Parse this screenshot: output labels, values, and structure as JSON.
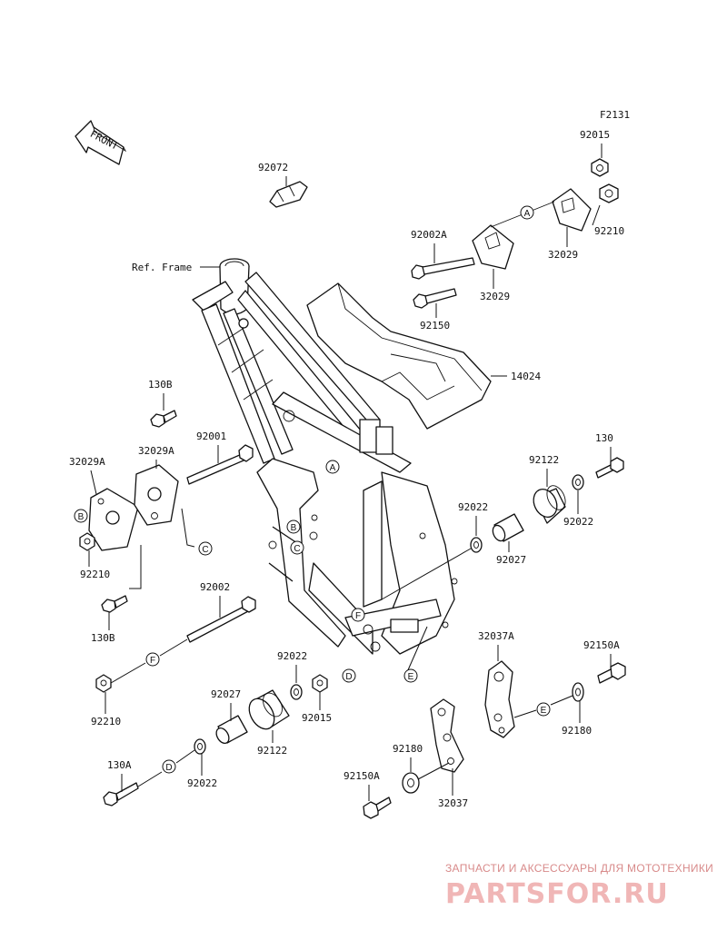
{
  "figure_code": "F2131",
  "front_label": "FRONT",
  "ref_frame_label": "Ref. Frame",
  "parts": {
    "p92072": "92072",
    "p92015_top": "92015",
    "p92210_top": "92210",
    "p32029_right": "32029",
    "p92002A": "92002A",
    "p32029_mid": "32029",
    "p92150": "92150",
    "p14024": "14024",
    "p130B_top": "130B",
    "p92001": "92001",
    "p32029A_left": "32029A",
    "p32029A_right": "32029A",
    "p92210_left": "92210",
    "p130B_bottom": "130B",
    "p92002": "92002",
    "p92210_bottom": "92210",
    "p92122_right": "92122",
    "p130": "130",
    "p92022_right": "92022",
    "p92022_mid": "92022",
    "p92027_right": "92027",
    "p32037A": "32037A",
    "p92150A_right": "92150A",
    "p92180_right": "92180",
    "p92022_lower": "92022",
    "p92027_lower": "92027",
    "p92122_lower": "92122",
    "p92015_lower": "92015",
    "p130A": "130A",
    "p92022_bottom": "92022",
    "p92180_lower": "92180",
    "p92150A_lower": "92150A",
    "p32037": "32037"
  },
  "callouts": {
    "A": "A",
    "B": "B",
    "C": "C",
    "D": "D",
    "E": "E",
    "F": "F"
  },
  "watermark": {
    "line1": "ЗАПЧАСТИ И АКСЕССУАРЫ ДЛЯ МОТОТЕХНИКИ",
    "line2": "PARTSFOR.RU"
  }
}
